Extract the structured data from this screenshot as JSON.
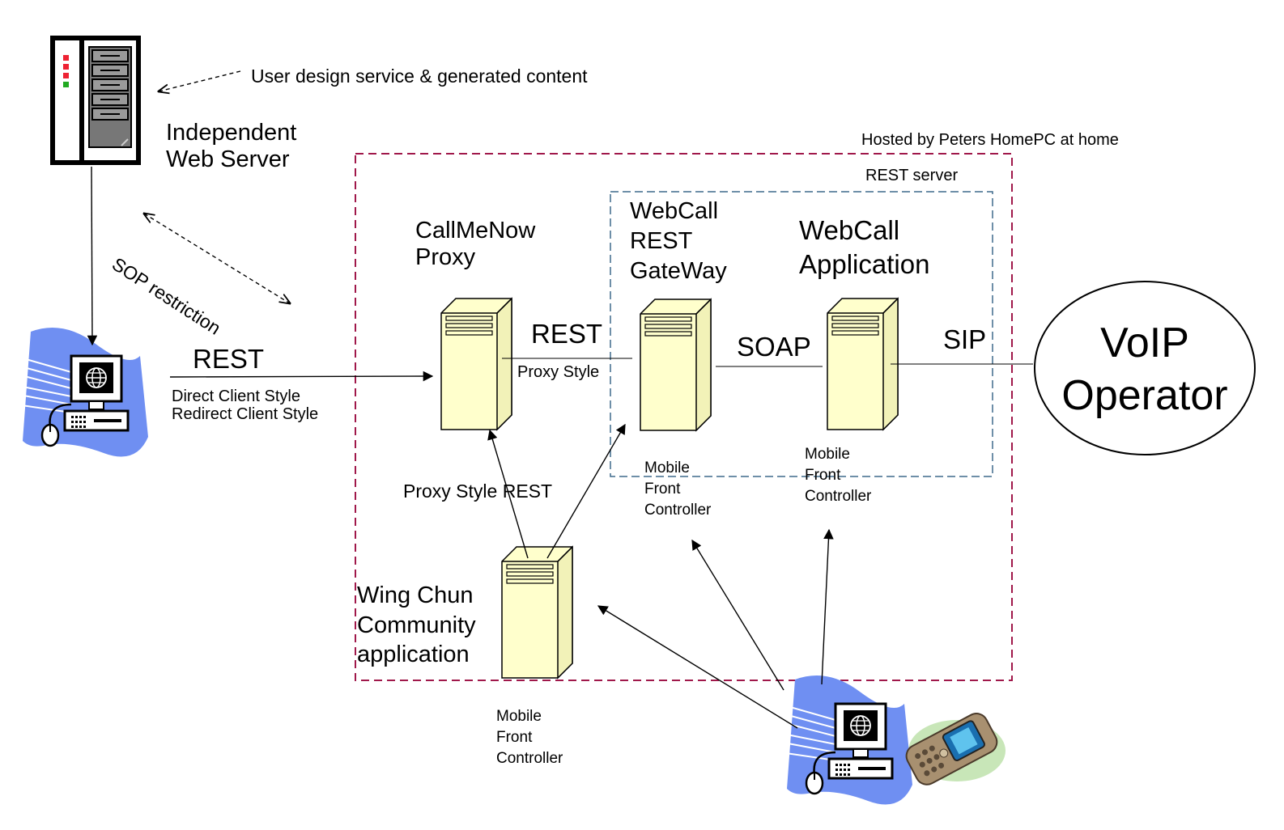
{
  "labels": {
    "user_design": "User design service & generated content",
    "independent_web_server": "Independent\nWeb Server",
    "hosted_by": "Hosted by Peters HomePC at home",
    "rest_server": "REST server",
    "sop_restriction": "SOP restriction",
    "rest_client": "REST",
    "direct_client_style": "Direct Client Style",
    "redirect_client_style": "Redirect Client Style",
    "callmenow_proxy": "CallMeNow\nProxy",
    "rest_proxy": "REST",
    "proxy_style": "Proxy Style",
    "webcall_gateway": "WebCall\nREST\nGateWay",
    "webcall_application": "WebCall\nApplication",
    "soap": "SOAP",
    "sip": "SIP",
    "voip_operator": "VoIP\nOperator",
    "proxy_style_rest": "Proxy Style REST",
    "mfc_gateway": "Mobile\nFront\nController",
    "mfc_application": "Mobile\nFront\nController",
    "wing_chun": "Wing Chun\nCommunity\napplication",
    "mfc_wingchun": "Mobile\nFront\nController"
  },
  "icons": {
    "web_server": "web-server-rack-icon",
    "client_pc": "networked-computer-icon",
    "server_tower": "server-tower-icon",
    "mobile_phone": "mobile-phone-icon"
  },
  "colors": {
    "hosted_box_border": "#a0184a",
    "rest_server_border": "#3e6a8c",
    "server_fill": "#ffffcc",
    "network_wave": "#6f8ff2"
  }
}
